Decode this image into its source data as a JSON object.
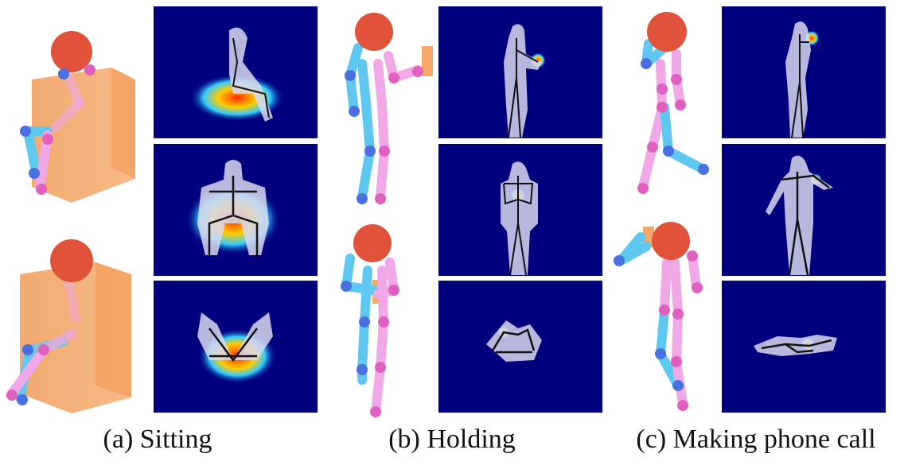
{
  "figure": {
    "panels": [
      {
        "id": "a",
        "caption": "(a) Sitting"
      },
      {
        "id": "b",
        "caption": "(b) Holding"
      },
      {
        "id": "c",
        "caption": "(c) Making phone call"
      }
    ],
    "colors": {
      "background": "#ffffff",
      "heatmap_bg": "#00007f",
      "head": "#e0533a",
      "limb_right": "#5ec8f0",
      "limb_left": "#f0a8e6",
      "joint_blue": "#4a6fe0",
      "joint_pink": "#e060c0",
      "object_box": "#f5a868",
      "body_silhouette": "#d8d8f0",
      "skeleton": "#111111"
    },
    "icons": [
      "stick-figure-illustration",
      "heatmap-image"
    ]
  }
}
